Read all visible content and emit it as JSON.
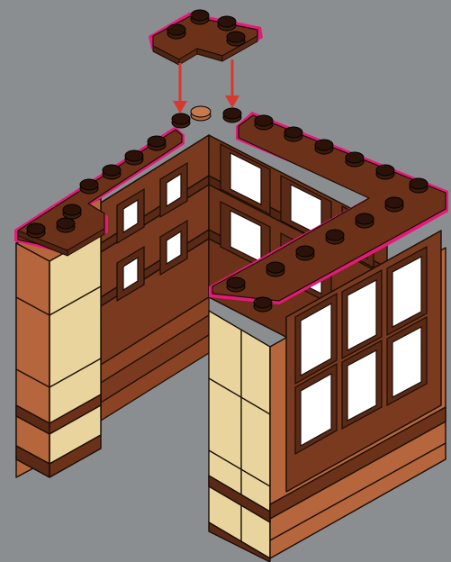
{
  "scene": {
    "subject": "brick-model-build-step",
    "colors": {
      "background": "#8b8e90",
      "dark_brown": "#5a2a16",
      "reddish_brown": "#7a3a1f",
      "medium_nougat": "#b5663d",
      "tan": "#e8d49c",
      "window_glass": "#ffffff",
      "highlight_outline": "#e6197a",
      "arrow": "#d63a2e",
      "outline": "#1a0d06"
    },
    "parts": [
      {
        "name": "corner-plate-new",
        "color": "dark_brown",
        "role": "new-part"
      },
      {
        "name": "left-wall",
        "color": "medium_nougat"
      },
      {
        "name": "right-wall",
        "color": "medium_nougat"
      },
      {
        "name": "back-wall",
        "color": "reddish_brown"
      },
      {
        "name": "pillar",
        "color": "tan"
      }
    ],
    "arrows": [
      {
        "name": "placement-arrow-left",
        "color": "arrow"
      },
      {
        "name": "placement-arrow-right",
        "color": "arrow"
      }
    ]
  }
}
